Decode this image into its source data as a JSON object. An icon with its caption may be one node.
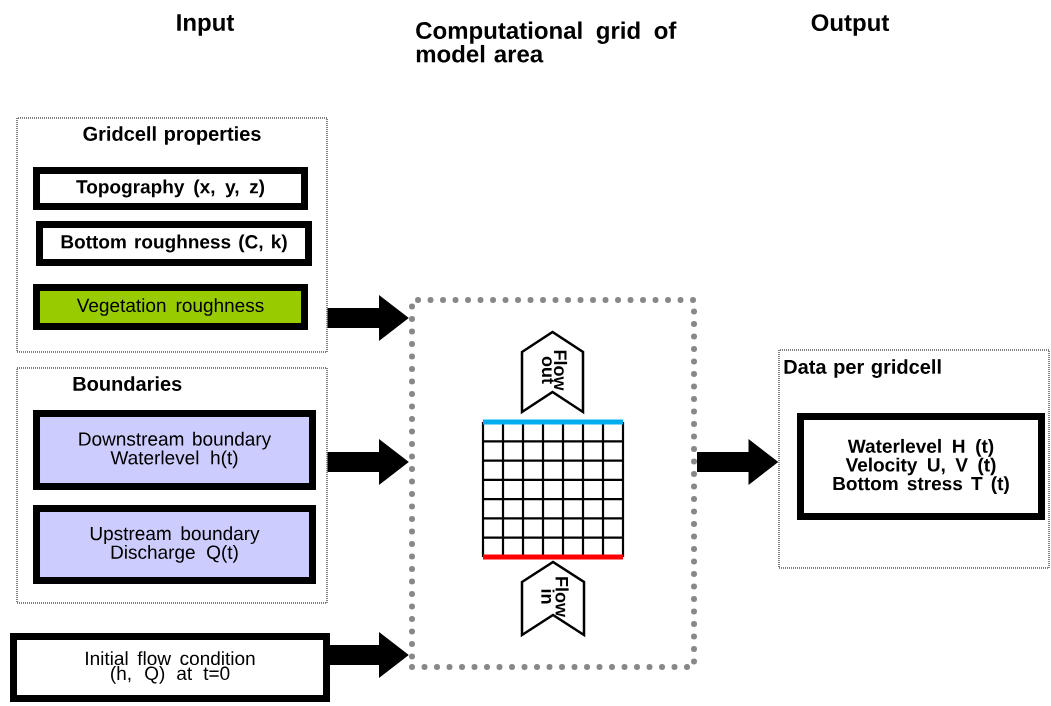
{
  "diagram": {
    "nodes": [
      {
        "text": [
          "Gridcell properties"
        ]
      },
      {
        "text": [
          "Topography (x, y, z)"
        ],
        "in": 0
      },
      {
        "text": [
          "Bottom roughness (C, k)"
        ],
        "in": 0
      },
      {
        "text": [
          "Vegetation roughness"
        ],
        "in": 0
      },
      {
        "text": [
          "Boundaries"
        ]
      },
      {
        "text": [
          "Downstream boundary Waterlevel h(t)"
        ],
        "in": 4
      },
      {
        "text": [
          "Upstream boundary Discharge Q(t)"
        ],
        "in": 4
      },
      {
        "text": [
          "Initial flow condition (h, Q) at t=0"
        ]
      },
      {
        "text": [],
        "shape": "box"
      },
      {
        "text": [
          "Flow out"
        ],
        "in": 8
      },
      {
        "text": [
          "Flow in"
        ],
        "in": 8
      },
      {
        "text": [
          "Data per gridcell"
        ]
      },
      {
        "text": [
          "Waterlevel H (t) Velocity U, V (t) Bottom stress T (t)"
        ],
        "in": 11
      }
    ],
    "edges": [
      {
        "from": 0,
        "to": 8,
        "arrow": "to"
      },
      {
        "from": 4,
        "to": 8,
        "arrow": "to"
      },
      {
        "from": 7,
        "to": 8,
        "arrow": "to"
      },
      {
        "from": 8,
        "to": 11,
        "arrow": "to"
      }
    ],
    "labels": [
      "Input",
      "Computational grid of model area",
      "Output"
    ]
  }
}
